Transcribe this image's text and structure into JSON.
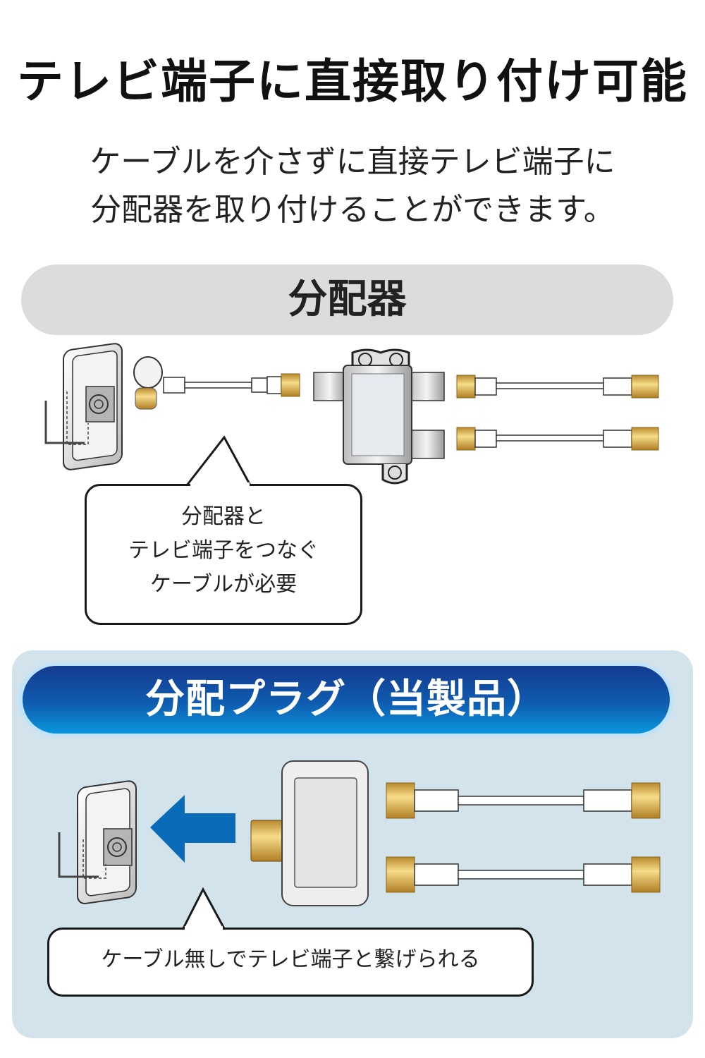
{
  "header": {
    "title": "テレビ端子に直接取り付け可能",
    "subtitle_lines": [
      "ケーブルを介さずに直接テレビ端子に",
      "分配器を取り付けることができます。"
    ]
  },
  "section_splitter": {
    "label": "分配器",
    "callout_lines": [
      "分配器と",
      "テレビ端子をつなぐ",
      "ケーブルが必要"
    ]
  },
  "section_plug": {
    "label": "分配プラグ（当製品）",
    "callout": "ケーブル無しでテレビ端子と繋げられる"
  },
  "colors": {
    "gray_pill": "#dcdcdc",
    "blue_panel": "#d3e3eb",
    "blue_gradient_top": "#143a8f",
    "blue_gradient_bottom": "#0a96dc",
    "arrow": "#0a6cb8",
    "gold": "#e2b44a"
  },
  "icons": {
    "wall_outlet": "tv-wall-outlet-icon",
    "splitter": "splitter-device-icon",
    "plug": "splitter-plug-icon",
    "cable": "coax-cable-icon",
    "arrow": "arrow-left-icon"
  }
}
